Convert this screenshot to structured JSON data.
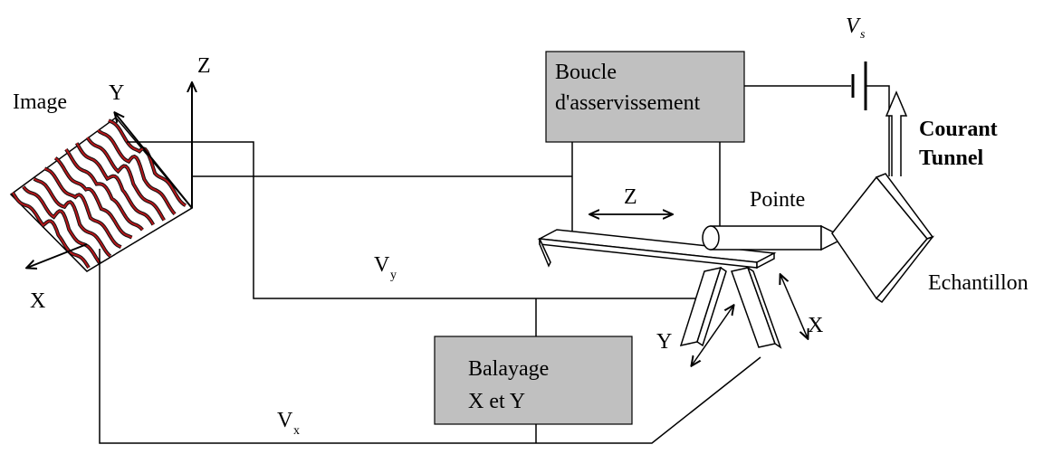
{
  "labels": {
    "image": "Image",
    "axis_x": "X",
    "axis_y": "Y",
    "axis_z": "Z",
    "feedback_box_line1": "Boucle",
    "feedback_box_line2": "d'asservissement",
    "scan_box_line1": "Balayage",
    "scan_box_line2": "X et Y",
    "vs": "V",
    "vs_sub": "s",
    "current_line1": "Courant",
    "current_line2": "Tunnel",
    "tip": "Pointe",
    "sample": "Echantillon",
    "vy": "V",
    "vy_sub": "y",
    "vx": "V",
    "vx_sub": "x",
    "piezo_z": "Z",
    "piezo_x": "X",
    "piezo_y": "Y"
  },
  "colors": {
    "box_fill": "#c0c0c0",
    "trace": "#b3171b",
    "line": "#000000"
  }
}
